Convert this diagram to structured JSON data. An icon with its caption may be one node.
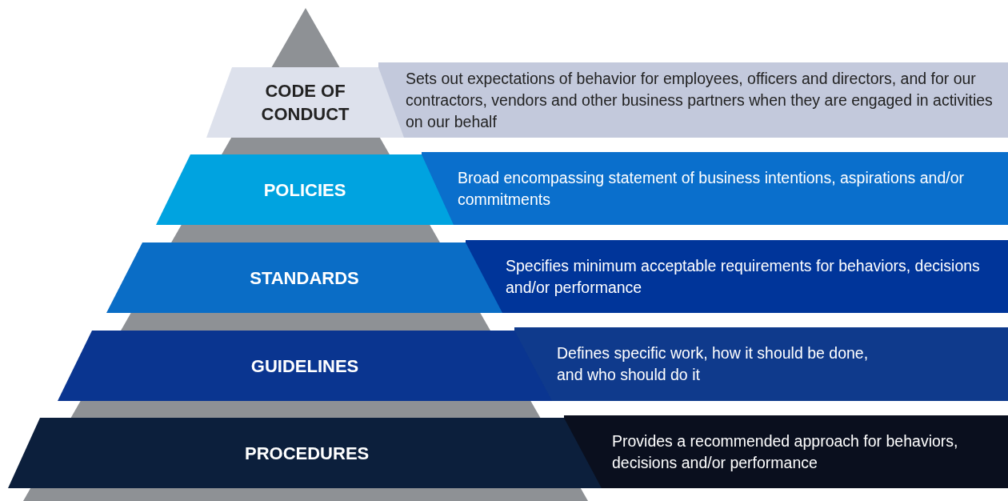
{
  "diagram": {
    "nodes": [
      {
        "text": [
          "CODE OF CONDUCT"
        ]
      },
      {
        "text": [
          "Sets out expectations of behavior for employees, officers and directors, and for our contractors, vendors and other business partners when they are engaged in activities on our behalf"
        ]
      },
      {
        "text": [
          "POLICIES"
        ]
      },
      {
        "text": [
          "Broad encompassing statement of business intentions, aspirations and/or commitments"
        ]
      },
      {
        "text": [
          "STANDARDS"
        ]
      },
      {
        "text": [
          "Specifies minimum acceptable requirements for behaviors, decisions and/or performance"
        ]
      },
      {
        "text": [
          "GUIDELINES"
        ]
      },
      {
        "text": [
          "Defines specific work, how it should be done, and who should do it"
        ]
      },
      {
        "text": [
          "PROCEDURES"
        ]
      },
      {
        "text": [
          "Provides a recommended approach for behaviors, decisions and/or performance"
        ]
      }
    ]
  }
}
